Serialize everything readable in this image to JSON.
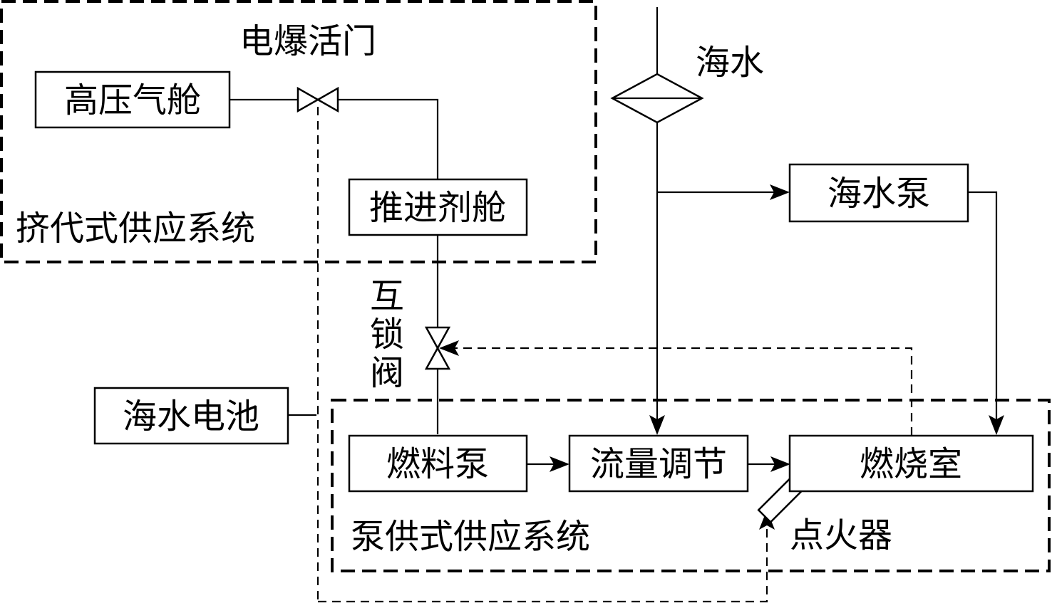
{
  "components": {
    "hp_gas_tank": "高压气舱",
    "propellant_tank": "推进剂舱",
    "seawater_battery": "海水电池",
    "fuel_pump": "燃料泵",
    "flow_regulation": "流量调节",
    "combustion_chamber": "燃烧室",
    "seawater_pump": "海水泵",
    "igniter": "点火器"
  },
  "labels": {
    "explosive_valve": "电爆活门",
    "interlock_valve": [
      "互",
      "锁",
      "阀"
    ],
    "seawater": "海水",
    "pressure_fed_system": "挤代式供应系统",
    "pump_fed_system": "泵供式供应系统"
  }
}
